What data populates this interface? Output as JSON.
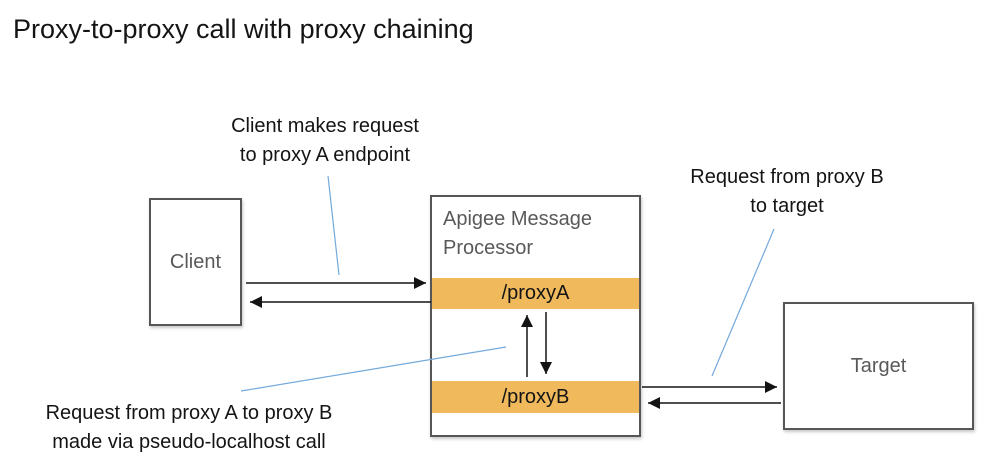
{
  "title": "Proxy-to-proxy call with proxy chaining",
  "colors": {
    "text": "#141414",
    "muted_text": "#595959",
    "box_border": "#565656",
    "endpoint_bar": "#efb95c",
    "connector": "#141414",
    "annotation_line": "#74a9dc"
  },
  "annotations": {
    "client_request": {
      "line1": "Client makes request",
      "line2": "to proxy A endpoint"
    },
    "proxyb_to_target": {
      "line1": "Request from proxy B",
      "line2": "to target"
    },
    "proxya_to_proxyb": {
      "line1": "Request from proxy A to proxy B",
      "line2": "made via pseudo-localhost call"
    }
  },
  "nodes": {
    "client": {
      "label": "Client"
    },
    "message_processor": {
      "title": "Apigee Message Processor",
      "endpoints": [
        {
          "label": "/proxyA"
        },
        {
          "label": "/proxyB"
        }
      ]
    },
    "target": {
      "label": "Target"
    }
  }
}
